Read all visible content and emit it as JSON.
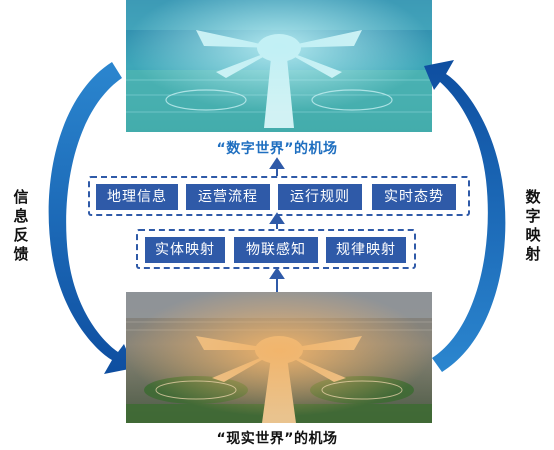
{
  "top_image": {
    "caption": "“数字世界”的机场"
  },
  "bottom_image": {
    "caption": "“现实世界”的机场"
  },
  "upper_layer": {
    "items": [
      "地理信息",
      "运营流程",
      "运行规则",
      "实时态势"
    ]
  },
  "lower_layer": {
    "items": [
      "实体映射",
      "物联感知",
      "规律映射"
    ]
  },
  "left_label": "信息反馈",
  "right_label": "数字映射",
  "colors": {
    "accent_blue": "#2f5aa8",
    "arrow_blue": "#1f6fc0",
    "caption_blue": "#1f6fc0",
    "caption_dark": "#111111"
  }
}
